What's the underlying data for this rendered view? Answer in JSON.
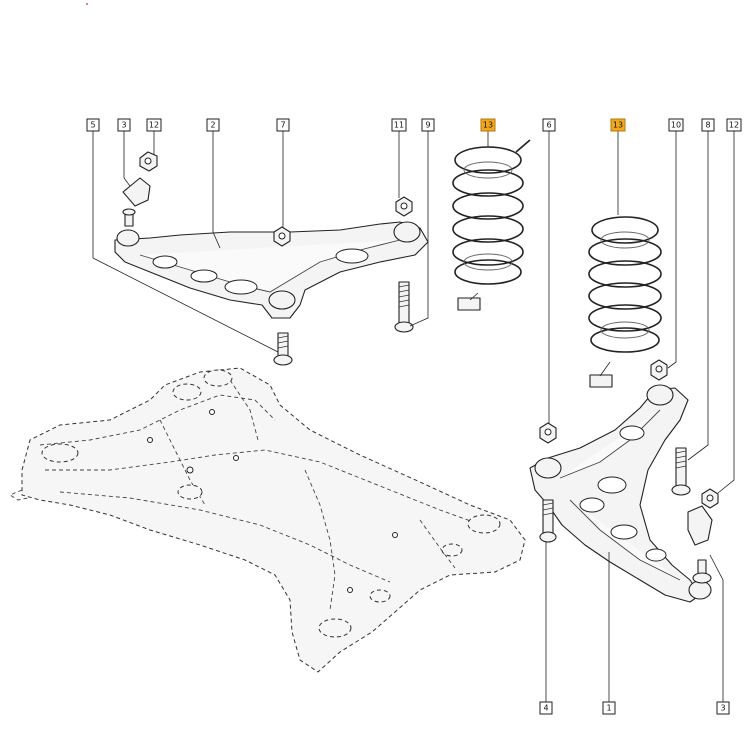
{
  "colors": {
    "highlight": "#f2a81d",
    "line": "#222222",
    "background": "#ffffff"
  },
  "callouts": [
    {
      "id": "c5",
      "label": "5"
    },
    {
      "id": "c3a",
      "label": "3"
    },
    {
      "id": "c12a",
      "label": "12"
    },
    {
      "id": "c2",
      "label": "2"
    },
    {
      "id": "c7",
      "label": "7"
    },
    {
      "id": "c11",
      "label": "11"
    },
    {
      "id": "c9",
      "label": "9"
    },
    {
      "id": "c13a",
      "label": "13",
      "highlighted": true
    },
    {
      "id": "c6",
      "label": "6"
    },
    {
      "id": "c13b",
      "label": "13",
      "highlighted": true
    },
    {
      "id": "c10",
      "label": "10"
    },
    {
      "id": "c8",
      "label": "8"
    },
    {
      "id": "c12b",
      "label": "12"
    },
    {
      "id": "c4",
      "label": "4"
    },
    {
      "id": "c1",
      "label": "1"
    },
    {
      "id": "c3b",
      "label": "3"
    }
  ]
}
